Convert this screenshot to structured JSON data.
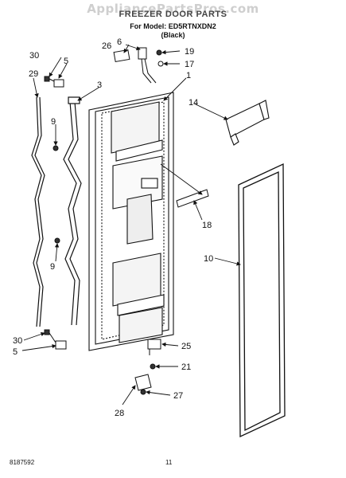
{
  "header": {
    "watermark": "AppliancePartsPros.com",
    "title": "FREEZER DOOR PARTS",
    "model_line": "For Model: ED5RTNXDN2",
    "color_line": "(Black)"
  },
  "footer": {
    "left_code": "8187592",
    "page_number": "11"
  },
  "callouts": {
    "c1": "1",
    "c3": "3",
    "c5a": "5",
    "c5b": "5",
    "c6": "6",
    "c9a": "9",
    "c9b": "9",
    "c10": "10",
    "c14": "14",
    "c17": "17",
    "c18": "18",
    "c19": "19",
    "c21": "21",
    "c25": "25",
    "c26": "26",
    "c27": "27",
    "c28": "28",
    "c29": "29",
    "c30a": "30",
    "c30b": "30"
  }
}
